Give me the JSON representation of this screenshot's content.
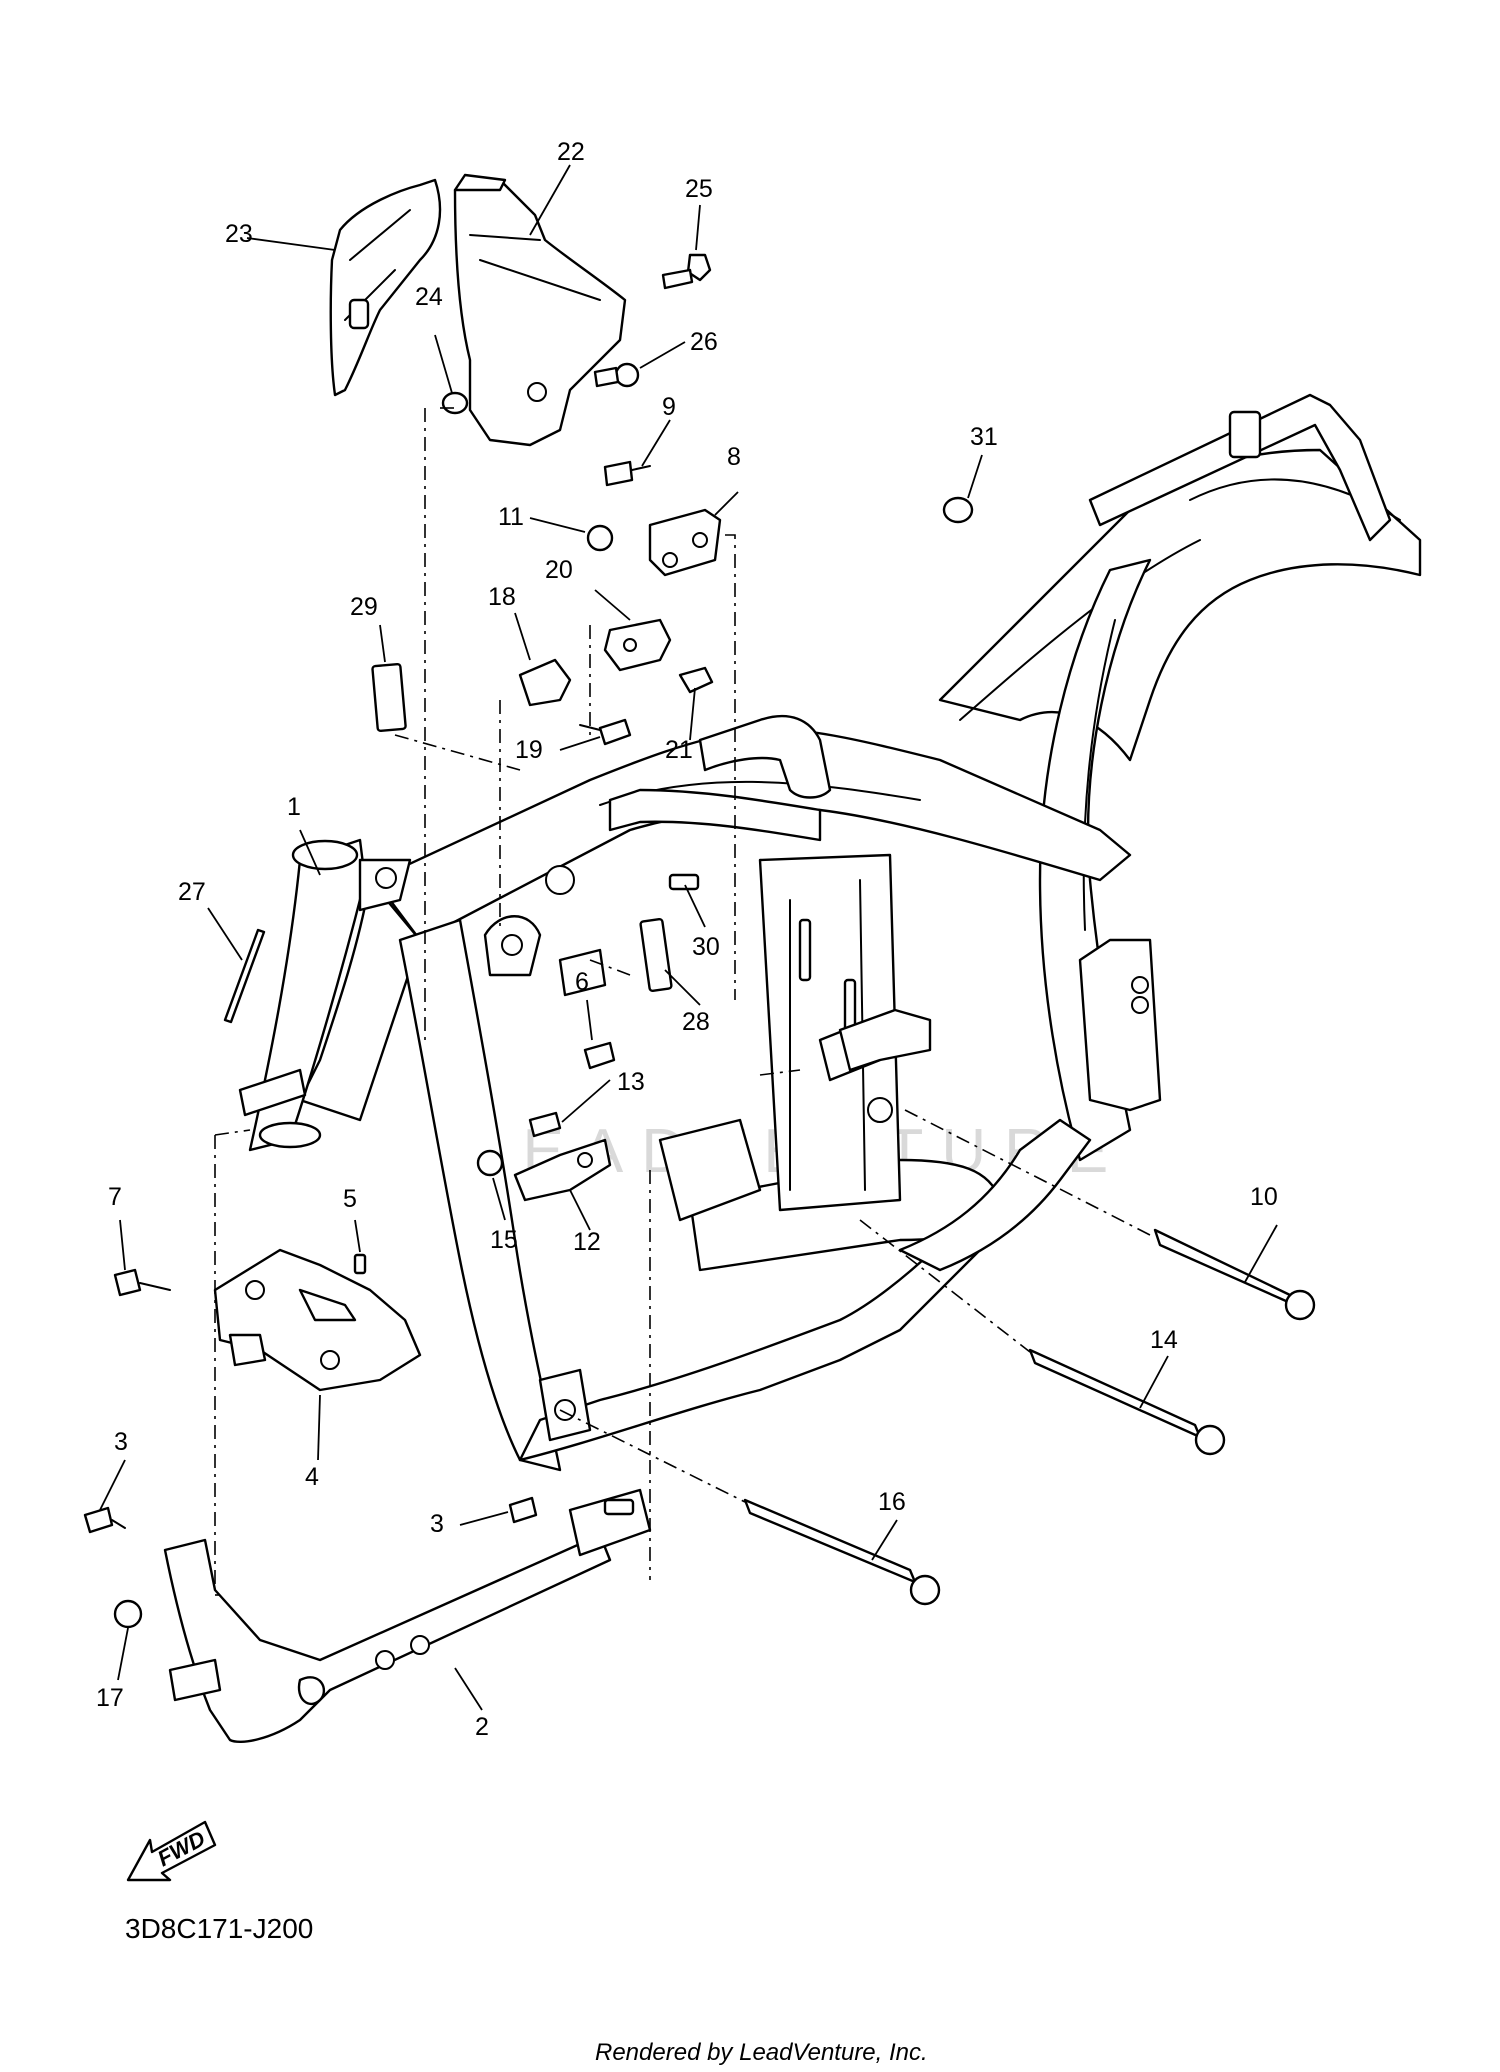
{
  "diagram_code": "3D8C171-J200",
  "rendered_by": "Rendered by LeadVenture, Inc.",
  "watermark": "LEADVENTURE",
  "fwd_label": "FWD",
  "callouts": [
    "1",
    "2",
    "3",
    "3",
    "4",
    "5",
    "6",
    "7",
    "8",
    "9",
    "10",
    "11",
    "12",
    "13",
    "14",
    "15",
    "16",
    "17",
    "18",
    "19",
    "20",
    "21",
    "22",
    "23",
    "24",
    "25",
    "26",
    "27",
    "28",
    "29",
    "30",
    "31"
  ]
}
